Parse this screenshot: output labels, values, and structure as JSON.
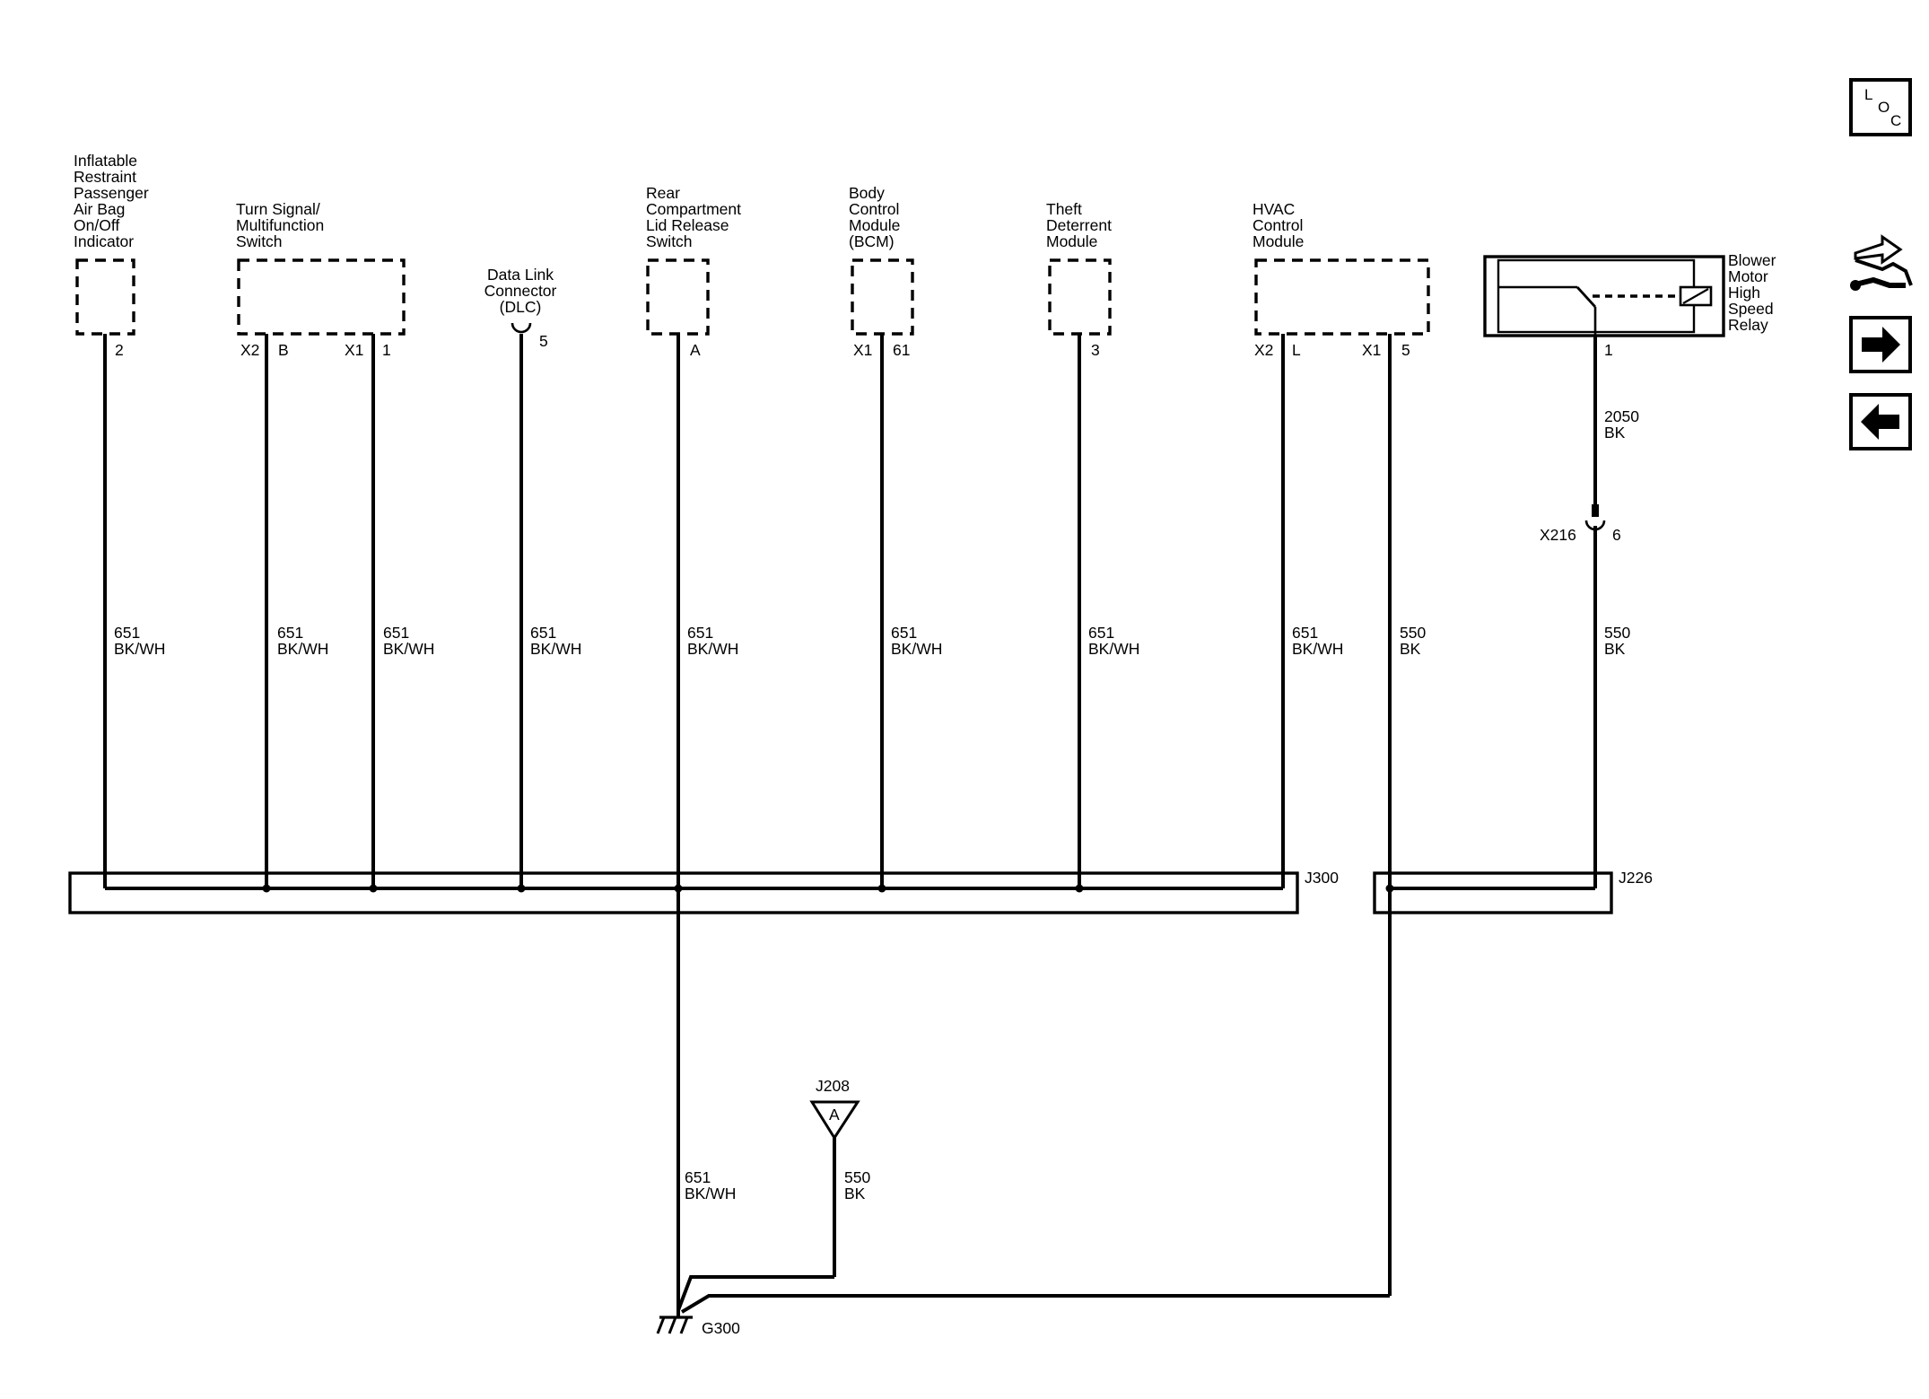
{
  "components": {
    "airbag_indicator": {
      "lines": [
        "Inflatable",
        "Restraint",
        "Passenger",
        "Air Bag",
        "On/Off",
        "Indicator"
      ],
      "pin": "2"
    },
    "turn_signal_switch": {
      "lines": [
        "Turn Signal/",
        "Multifunction",
        "Switch"
      ],
      "conn1": "X2",
      "pin1": "B",
      "conn2": "X1",
      "pin2": "1"
    },
    "dlc": {
      "lines": [
        "Data Link",
        "Connector",
        "(DLC)"
      ],
      "pin": "5"
    },
    "rear_compartment_switch": {
      "lines": [
        "Rear",
        "Compartment",
        "Lid Release",
        "Switch"
      ],
      "pin": "A"
    },
    "bcm": {
      "lines": [
        "Body",
        "Control",
        "Module",
        "(BCM)"
      ],
      "conn": "X1",
      "pin": "61"
    },
    "theft_deterrent": {
      "lines": [
        "Theft",
        "Deterrent",
        "Module"
      ],
      "pin": "3"
    },
    "hvac": {
      "lines": [
        "HVAC",
        "Control",
        "Module"
      ],
      "conn1": "X2",
      "pin1": "L",
      "conn2": "X1",
      "pin2": "5"
    },
    "blower_relay": {
      "lines": [
        "Blower",
        "Motor",
        "High",
        "Speed",
        "Relay"
      ],
      "pin": "1"
    }
  },
  "wires": {
    "w651": {
      "circuit": "651",
      "color": "BK/WH"
    },
    "w550": {
      "circuit": "550",
      "color": "BK"
    },
    "w2050": {
      "circuit": "2050",
      "color": "BK"
    }
  },
  "splices": {
    "j300": "J300",
    "j226": "J226",
    "j208": "J208",
    "j208_pin": "A"
  },
  "inline_connector": {
    "name": "X216",
    "pin": "6"
  },
  "ground": "G300",
  "nav": {
    "loc_l": "L",
    "loc_o": "O",
    "loc_c": "C"
  }
}
